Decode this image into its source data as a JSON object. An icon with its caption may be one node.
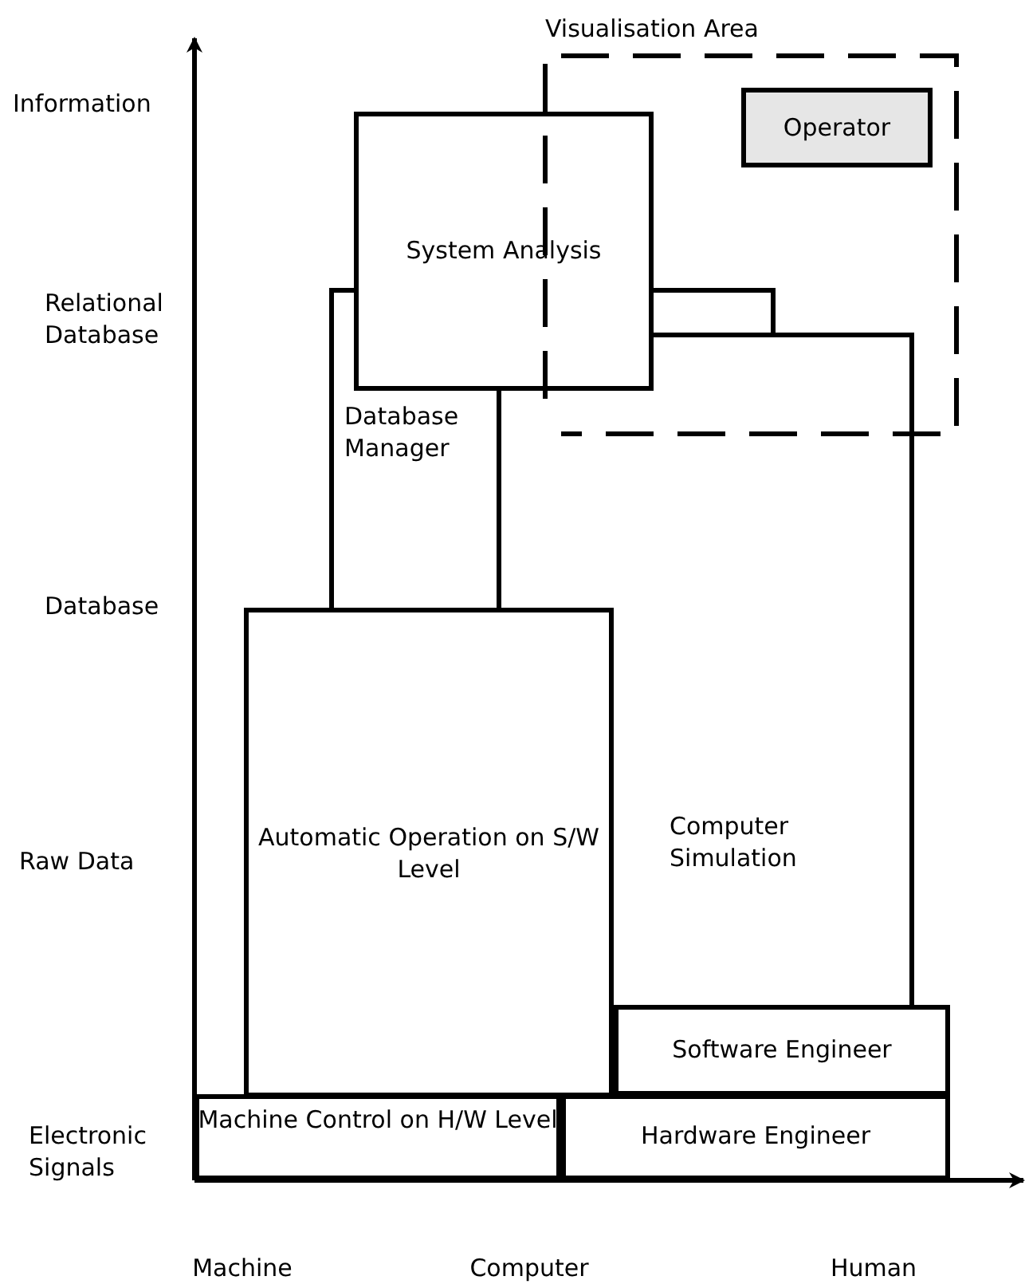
{
  "diagram": {
    "nodes": [
      {
        "text": [
          "Visualisation Area"
        ]
      },
      {
        "text": [
          "Operator"
        ],
        "in": 0
      },
      {
        "text": [
          "System Analysis"
        ]
      },
      {
        "text": [
          "Database Manager"
        ]
      },
      {
        "text": [
          "Computer Simulation"
        ]
      },
      {
        "text": [
          "Automatic Operation on S/W Level"
        ]
      },
      {
        "text": [
          "Software Engineer"
        ]
      },
      {
        "text": [
          "Machine Control on H/W Level"
        ]
      },
      {
        "text": [
          "Hardware Engineer"
        ]
      }
    ],
    "labels": [
      "Information",
      "Relational Database",
      "Database",
      "Raw Data",
      "Electronic Signals",
      "Machine",
      "Computer",
      "Human"
    ]
  }
}
